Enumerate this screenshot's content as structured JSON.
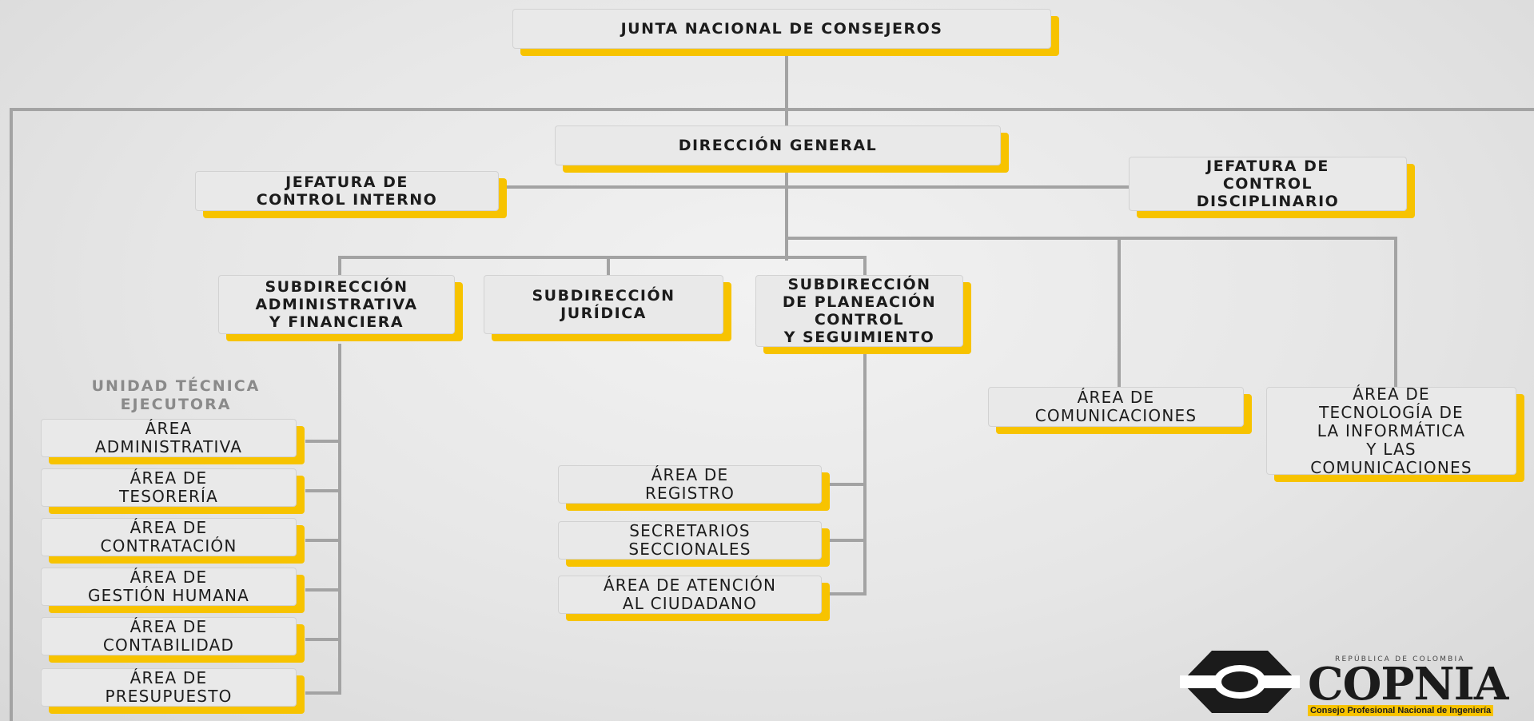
{
  "nodes": {
    "junta": "JUNTA NACIONAL DE CONSEJEROS",
    "direccion": "DIRECCIÓN GENERAL",
    "control_interno": "JEFATURA DE\nCONTROL INTERNO",
    "control_disciplinario": "JEFATURA DE\nCONTROL\nDISCIPLINARIO",
    "sub_admin": "SUBDIRECCIÓN\nADMINISTRATIVA\nY FINANCIERA",
    "sub_juridica": "SUBDIRECCIÓN\nJURÍDICA",
    "sub_planeacion": "SUBDIRECCIÓN\nDE PLANEACIÓN\nCONTROL\nY SEGUIMIENTO",
    "comunicaciones": "ÁREA DE\nCOMUNICACIONES",
    "tic": "ÁREA DE\nTECNOLOGÍA DE\nLA INFORMÁTICA\nY LAS\nCOMUNICACIONES",
    "unidad_tecnica": "UNIDAD TÉCNICA\nEJECUTORA",
    "administrativa": "ÁREA\nADMINISTRATIVA",
    "tesoreria": "ÁREA DE\nTESORERÍA",
    "contratacion": "ÁREA DE\nCONTRATACIÓN",
    "gestion_humana": "ÁREA DE\nGESTIÓN HUMANA",
    "contabilidad": "ÁREA DE\nCONTABILIDAD",
    "presupuesto": "ÁREA DE\nPRESUPUESTO",
    "registro": "ÁREA  DE\nREGISTRO",
    "secretarios": "SECRETARIOS\nSECCIONALES",
    "atencion": "ÁREA DE ATENCIÓN\nAL CIUDADANO"
  },
  "logo": {
    "top_text": "REPÚBLICA DE COLOMBIA",
    "word": "COPNIA",
    "subtitle": "Consejo Profesional Nacional de Ingeniería"
  },
  "colors": {
    "accent": "#f7c300",
    "box": "#e9e9e9",
    "line": "#9e9e9e",
    "text": "#1c1c1c"
  }
}
